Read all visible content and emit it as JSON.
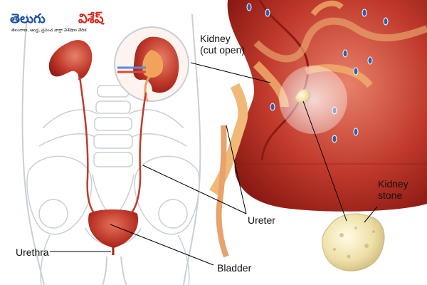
{
  "logo": {
    "brand_part1": "తెలుగు",
    "brand_part2": "విశేష్",
    "tagline": "తెలంగాణ, ఆంధ్ర, ప్రపంచ వార్తా విశేషాల వేదిక"
  },
  "labels": {
    "kidney_cut_open": "Kidney\n(cut open)",
    "ureter": "Ureter",
    "bladder": "Bladder",
    "urethra": "Urethra",
    "kidney_stone": "Kidney\nstone"
  },
  "colors": {
    "organ_red": "#c0392b",
    "organ_dark": "#8b1a14",
    "organ_light": "#e58a6a",
    "skeleton_line": "#c8d0d6",
    "stone": "#f2e6b4",
    "brand_blue": "#1b4fa0",
    "brand_red": "#d9261c"
  }
}
